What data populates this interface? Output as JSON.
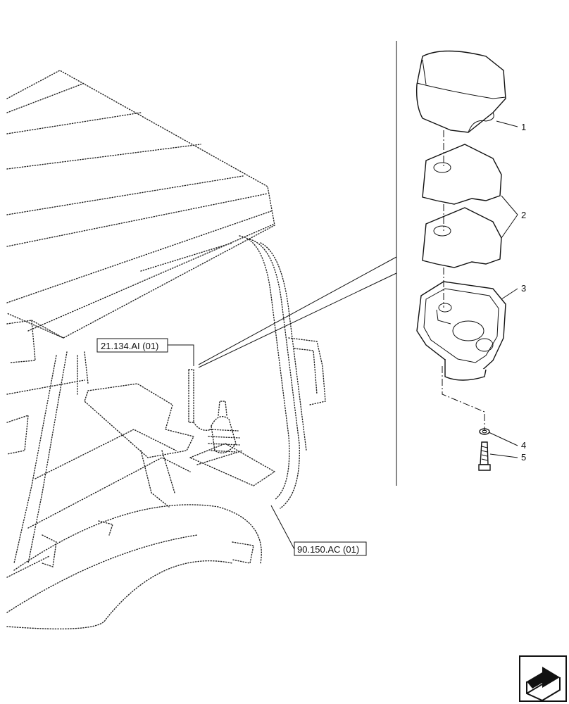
{
  "references": [
    {
      "id": "ref-21134",
      "label": "21.134.AI (01)"
    },
    {
      "id": "ref-90150",
      "label": "90.150.AC (01)"
    }
  ],
  "callouts": [
    {
      "number": "1"
    },
    {
      "number": "2"
    },
    {
      "number": "3"
    },
    {
      "number": "4"
    },
    {
      "number": "5"
    }
  ],
  "nav_icon": "next-page-arrow-icon"
}
